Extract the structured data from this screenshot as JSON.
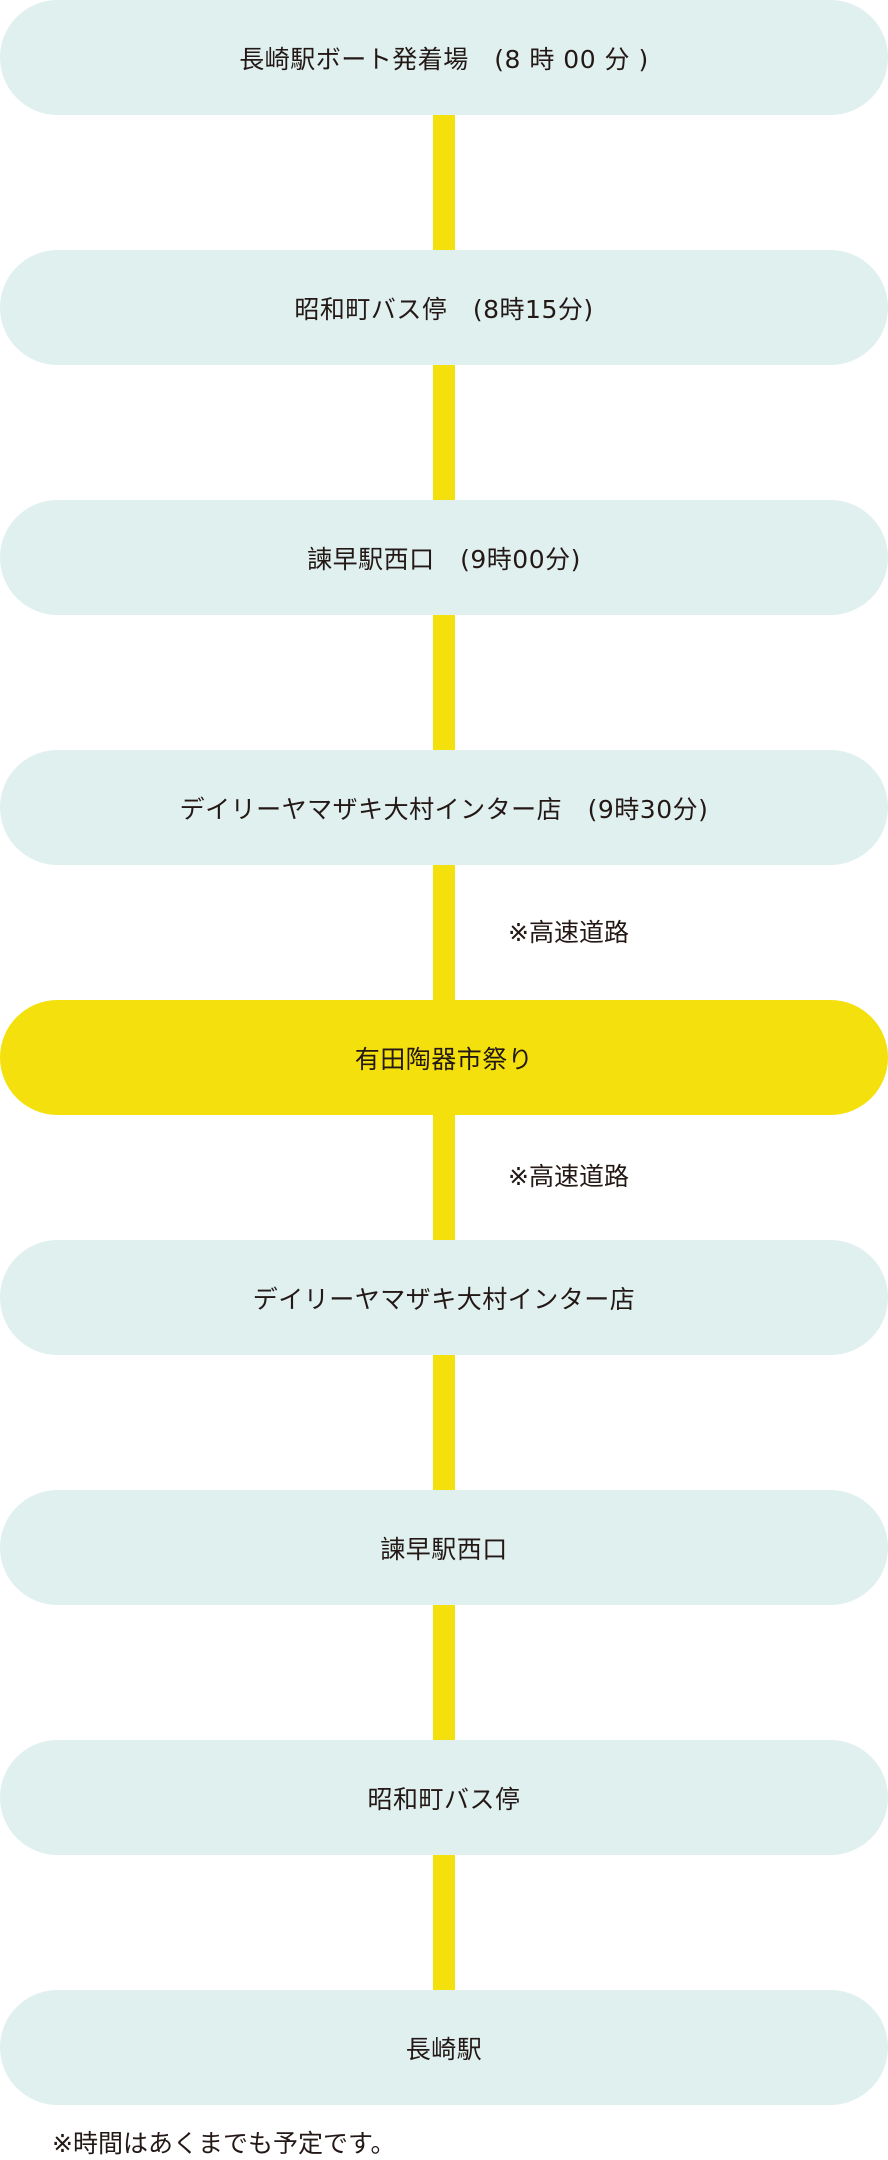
{
  "stops": [
    {
      "label": "長崎駅ボート発着場　(8 時 00 分 )"
    },
    {
      "label": "昭和町バス停　(8時15分)"
    },
    {
      "label": "諫早駅西口　(9時00分)"
    },
    {
      "label": "デイリーヤマザキ大村インター店　(9時30分)"
    },
    {
      "label": "有田陶器市祭り"
    },
    {
      "label": "デイリーヤマザキ大村インター店"
    },
    {
      "label": "諫早駅西口"
    },
    {
      "label": "昭和町バス停"
    },
    {
      "label": "長崎駅"
    }
  ],
  "notes": [
    {
      "label": "※高速道路"
    },
    {
      "label": "※高速道路"
    }
  ],
  "footnote": "※時間はあくまでも予定です。",
  "colors": {
    "stop_background": "#dff0ef",
    "highlight": "#f3e00d",
    "connector": "#f3e00d",
    "text": "#231815"
  }
}
